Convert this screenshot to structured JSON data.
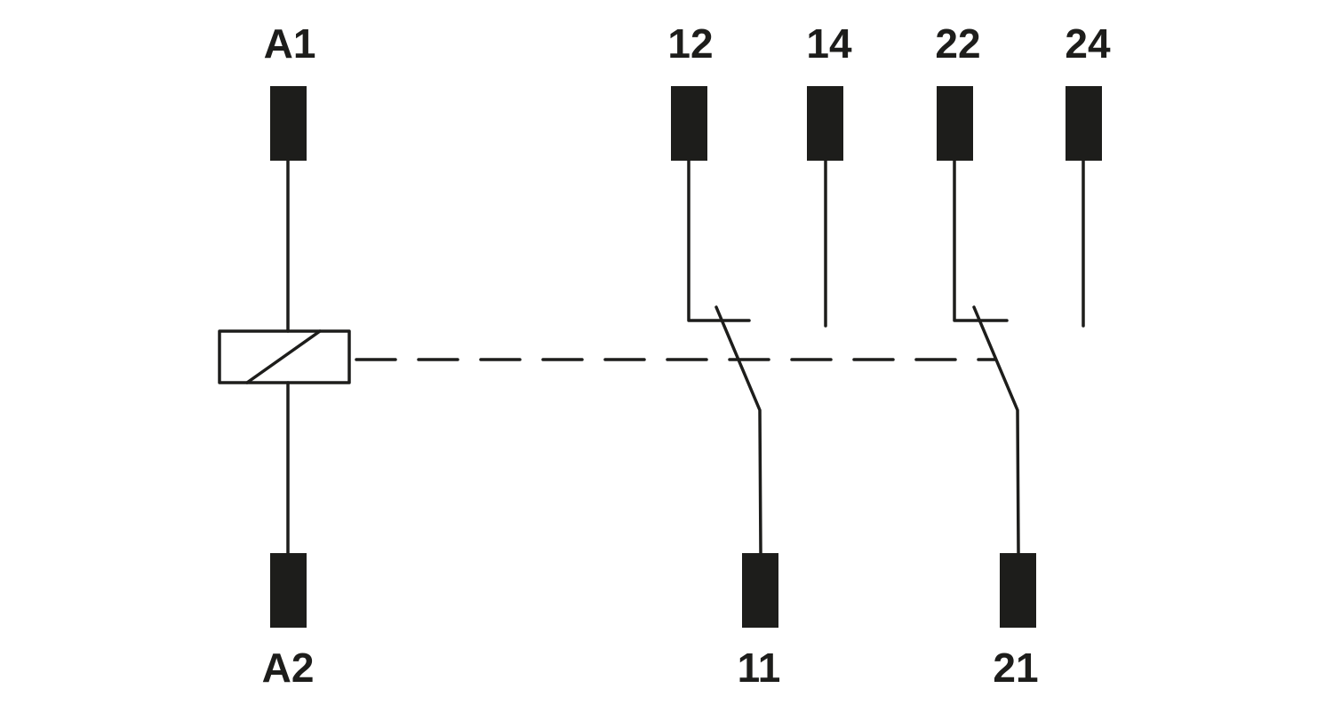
{
  "colors": {
    "ink": "#1d1d1b",
    "background": "#ffffff"
  },
  "terminals": {
    "coil_top": "A1",
    "coil_bottom": "A2",
    "contact1_nc": "12",
    "contact1_no": "14",
    "contact1_common": "11",
    "contact2_nc": "22",
    "contact2_no": "24",
    "contact2_common": "21"
  }
}
